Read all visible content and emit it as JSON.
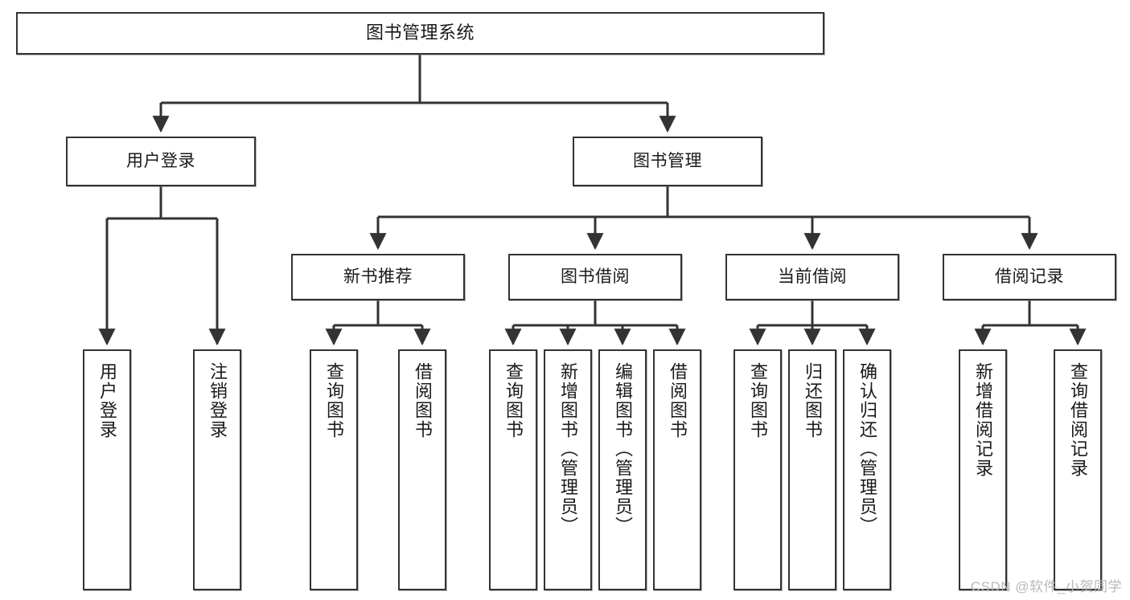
{
  "diagram": {
    "title": "图书管理系统",
    "watermark": "CSDN @软件_小贺同学",
    "colors": {
      "box_border": "#333333",
      "box_fill": "#ffffff",
      "connector": "#333333",
      "text": "#1a1a1a",
      "watermark": "#b9b9b9",
      "background": "#ffffff"
    },
    "root": {
      "label": "图书管理系统"
    },
    "level2": [
      {
        "label": "用户登录"
      },
      {
        "label": "图书管理"
      }
    ],
    "level3": [
      {
        "label": "新书推荐"
      },
      {
        "label": "图书借阅"
      },
      {
        "label": "当前借阅"
      },
      {
        "label": "借阅记录"
      }
    ],
    "leaves": {
      "user_login": [
        {
          "label": "用户登录"
        },
        {
          "label": "注销登录"
        }
      ],
      "new_book_recommend": [
        {
          "label": "查询图书"
        },
        {
          "label": "借阅图书"
        }
      ],
      "book_borrow": [
        {
          "label": "查询图书"
        },
        {
          "label": "新增图书（管理员）"
        },
        {
          "label": "编辑图书（管理员）"
        },
        {
          "label": "借阅图书"
        }
      ],
      "current_borrow": [
        {
          "label": "查询图书"
        },
        {
          "label": "归还图书"
        },
        {
          "label": "确认归还（管理员）"
        }
      ],
      "borrow_record": [
        {
          "label": "新增借阅记录"
        },
        {
          "label": "查询借阅记录"
        }
      ]
    }
  }
}
